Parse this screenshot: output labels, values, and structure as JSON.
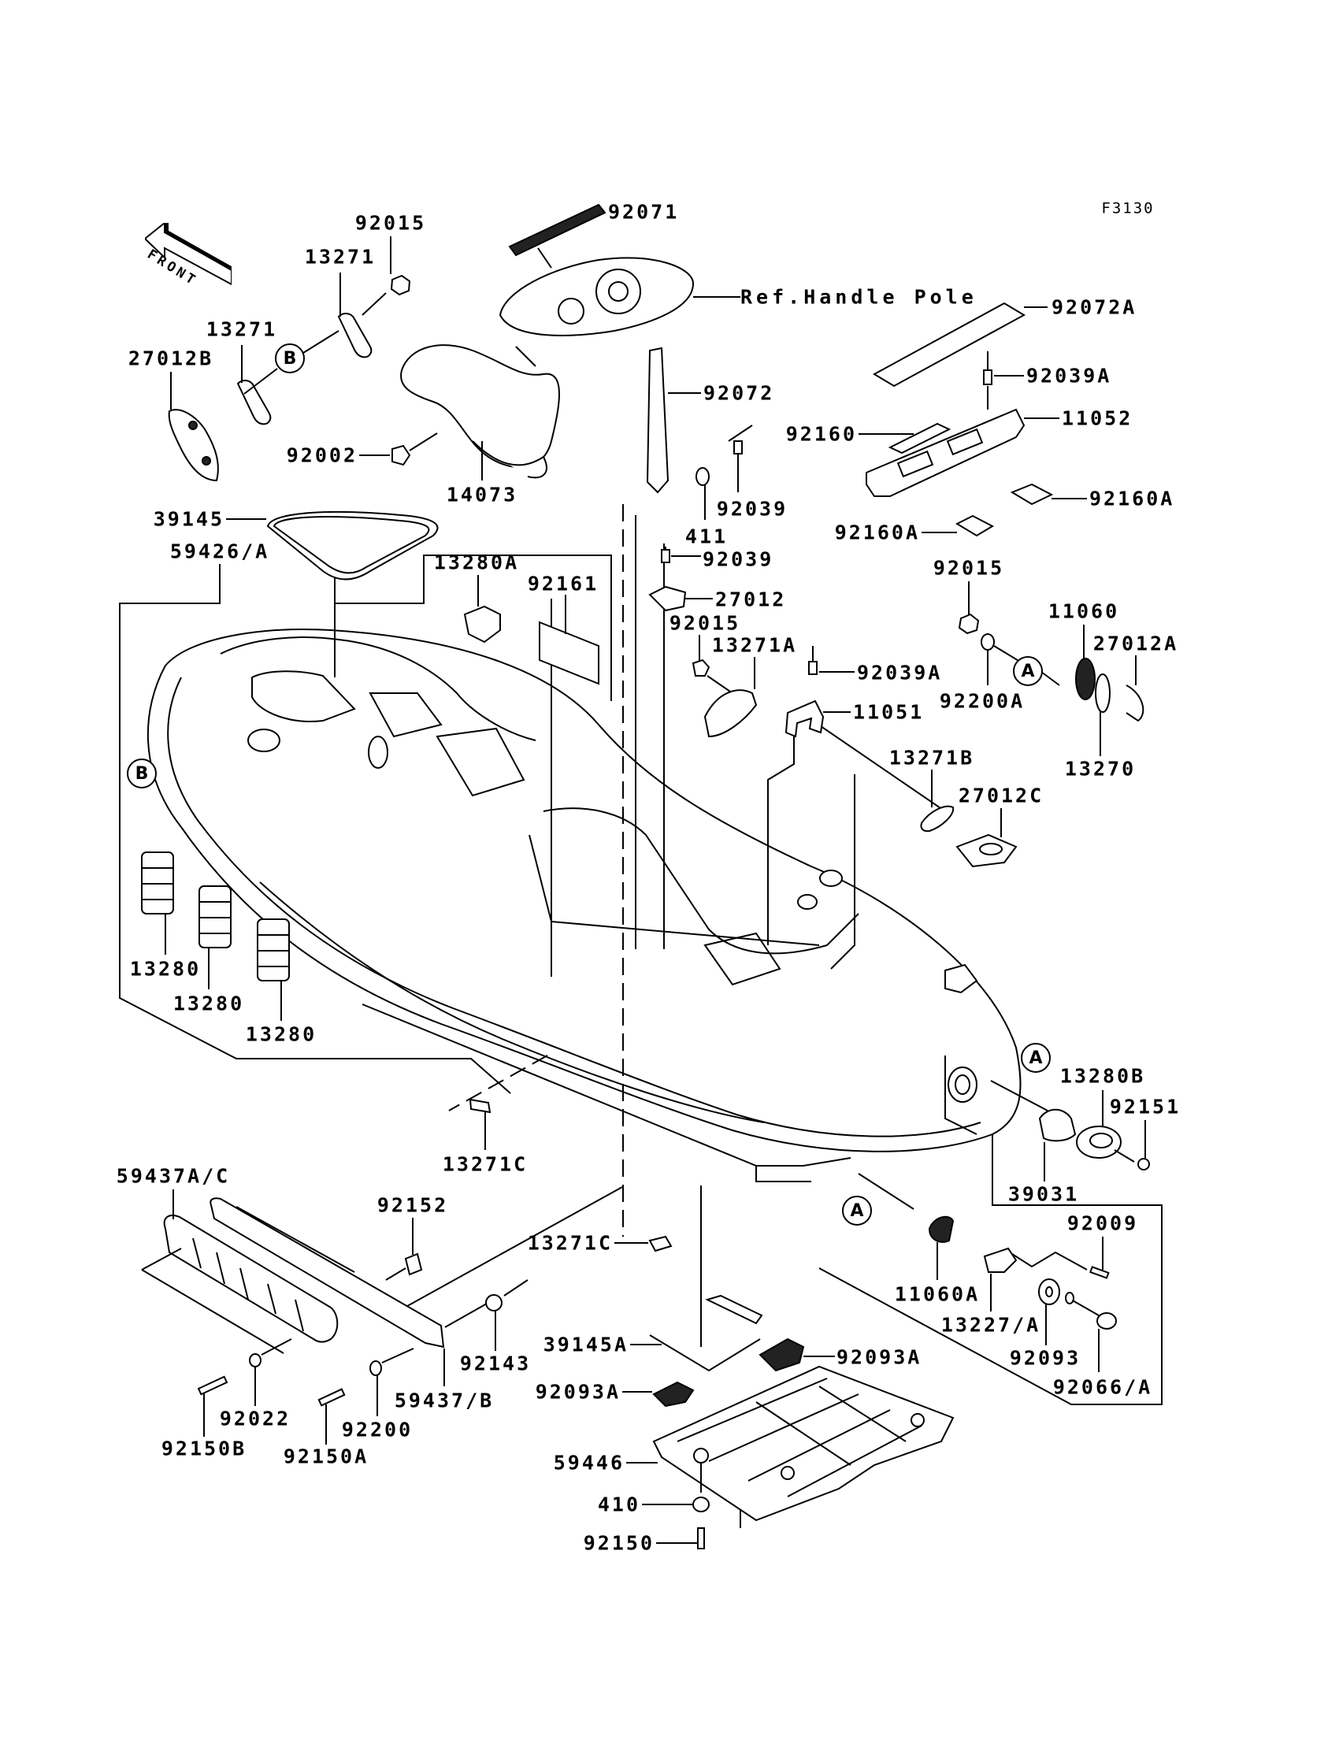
{
  "figure_code": "F3130",
  "orientation_marker": "FRONT",
  "reference_note": "Ref.Handle Pole",
  "callouts": {
    "a": "A",
    "b": "B"
  },
  "parts": {
    "p92015_top": "92015",
    "p13271_upper": "13271",
    "p13271_lower": "13271",
    "p27012B": "27012B",
    "p92071": "92071",
    "p92072A": "92072A",
    "p92039A_top": "92039A",
    "p11052": "11052",
    "p92072": "92072",
    "p92160": "92160",
    "p92002": "92002",
    "p14073": "14073",
    "p92039_upper": "92039",
    "p411": "411",
    "p92160A_right": "92160A",
    "p92160A_left": "92160A",
    "p39145": "39145",
    "p59426A": "59426/A",
    "p92039_lower": "92039",
    "p13280A": "13280A",
    "p92161": "92161",
    "p27012": "27012",
    "p92015_mid": "92015",
    "p92015_right": "92015",
    "p11060": "11060",
    "p27012A": "27012A",
    "p13271A": "13271A",
    "p92039A_mid": "92039A",
    "p92200A": "92200A",
    "p11051": "11051",
    "p13270": "13270",
    "p13271B": "13271B",
    "p27012C": "27012C",
    "p13280_1": "13280",
    "p13280_2": "13280",
    "p13280_3": "13280",
    "p13280B": "13280B",
    "p92151": "92151",
    "p39031": "39031",
    "p13271C_upper": "13271C",
    "p92009": "92009",
    "p59437AC": "59437A/C",
    "p92152": "92152",
    "p13271C_lower": "13271C",
    "p11060A": "11060A",
    "p13227A": "13227/A",
    "p92143": "92143",
    "p39145A": "39145A",
    "p92093A_right": "92093A",
    "p92093": "92093",
    "p92066A": "92066/A",
    "p92093A_left": "92093A",
    "p59437B": "59437/B",
    "p92022": "92022",
    "p92200": "92200",
    "p92150B": "92150B",
    "p92150A": "92150A",
    "p59446": "59446",
    "p410": "410",
    "p92150": "92150"
  }
}
